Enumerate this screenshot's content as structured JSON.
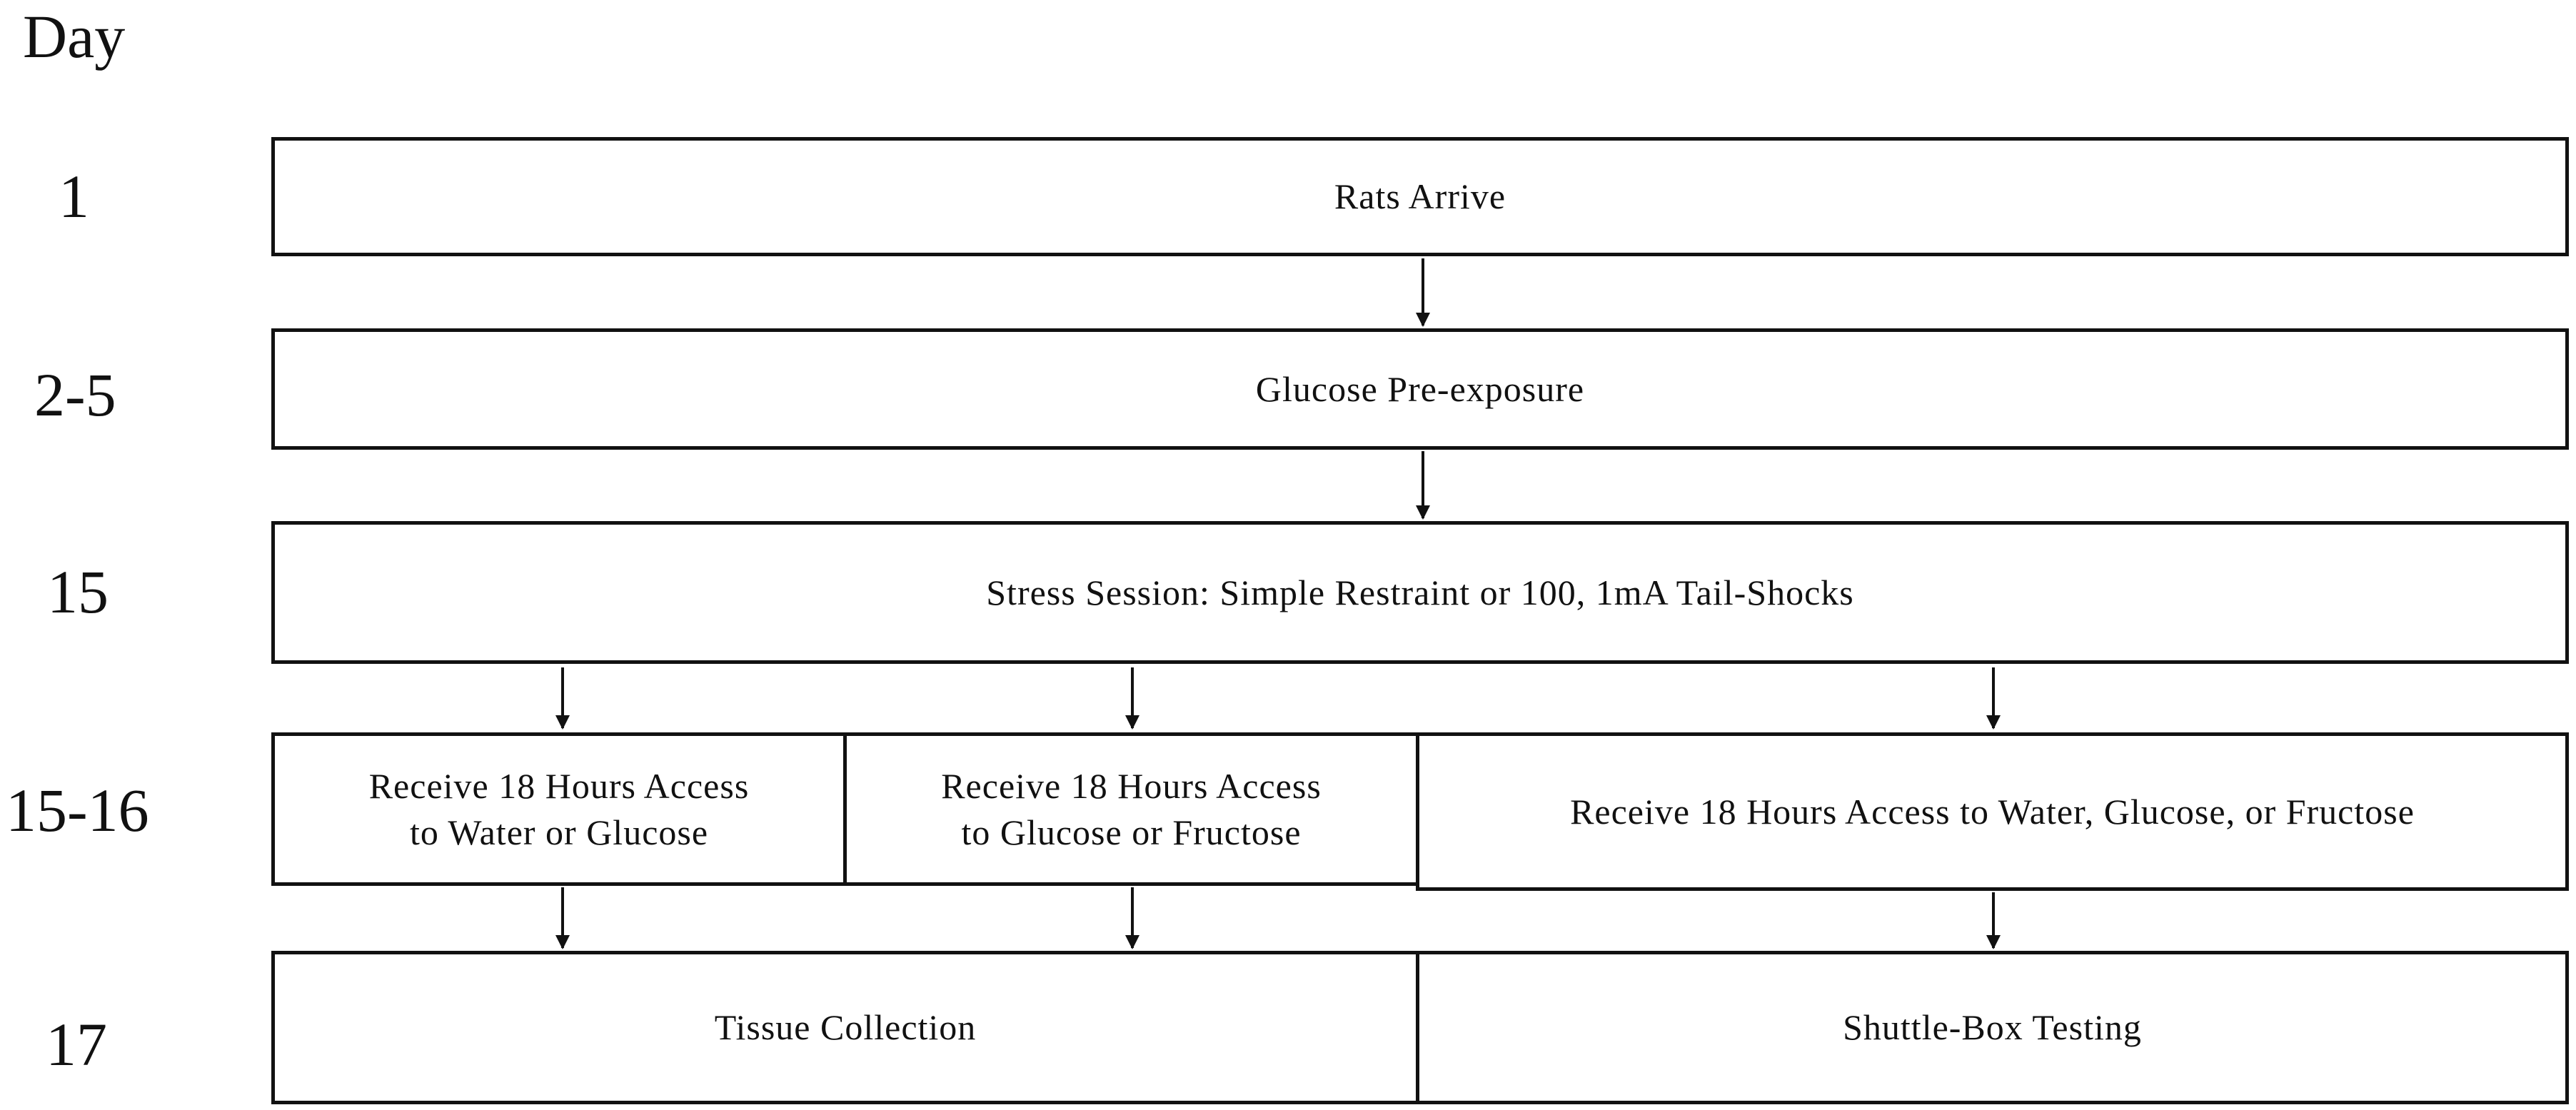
{
  "day_header": "Day",
  "days": [
    {
      "label": "1"
    },
    {
      "label": "2-5"
    },
    {
      "label": "15"
    },
    {
      "label": "15-16"
    },
    {
      "label": "17"
    }
  ],
  "boxes": {
    "rats_arrive": "Rats Arrive",
    "glucose_preexposure": "Glucose Pre-exposure",
    "stress_session": "Stress Session: Simple Restraint or 100, 1mA Tail-Shocks",
    "access_water_glucose_line1": "Receive 18 Hours Access",
    "access_water_glucose_line2": "to Water or Glucose",
    "access_glucose_fructose_line1": "Receive 18 Hours Access",
    "access_glucose_fructose_line2": "to Glucose or Fructose",
    "access_all": "Receive 18 Hours Access to Water, Glucose, or Fructose",
    "tissue_collection": "Tissue Collection",
    "shuttle_box_testing": "Shuttle-Box Testing"
  }
}
